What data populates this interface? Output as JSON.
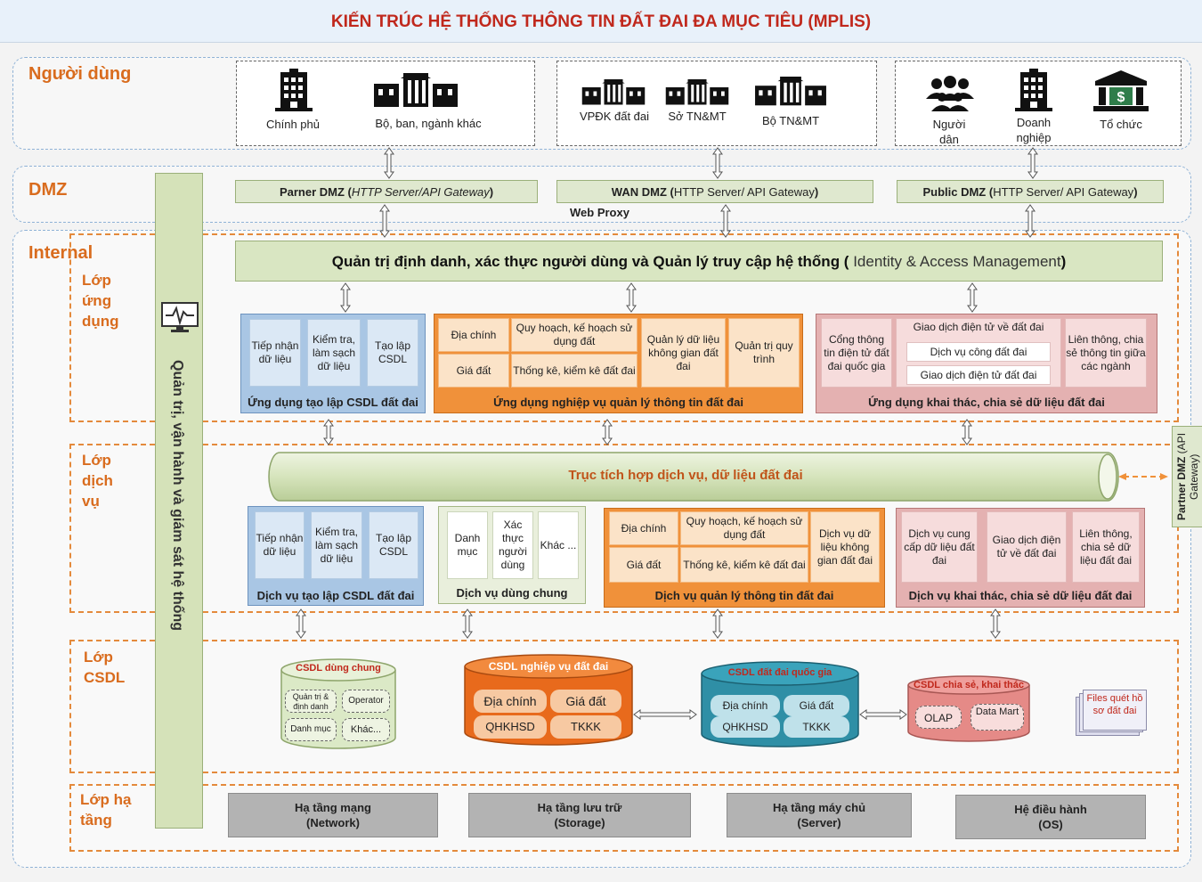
{
  "title": "KIẾN TRÚC HỆ THỐNG THÔNG TIN ĐẤT ĐAI ĐA MỤC TIÊU (MPLIS)",
  "zones": {
    "users": "Người dùng",
    "dmz": "DMZ",
    "internal": "Internal"
  },
  "users": {
    "gov": [
      "Chính phủ",
      "Bộ, ban, ngành khác"
    ],
    "mnre": [
      "VPĐK đất đai",
      "Sở TN&MT",
      "Bộ TN&MT"
    ],
    "public": [
      "Người dân",
      "Doanh nghiệp",
      "Tổ chức"
    ]
  },
  "dmz": {
    "partner_bold": "Parner DMZ",
    "partner_rest": "HTTP Server/API Gateway",
    "wan_bold": "WAN DMZ",
    "wan_rest": "HTTP Server/ API Gateway",
    "public_bold": "Public DMZ",
    "public_rest": "HTTP Server/ API Gateway",
    "web_proxy": "Web Proxy"
  },
  "side_bar": "Quản trị, vận hành và giám sát hệ thống",
  "iam": {
    "bold": "Quản trị định danh, xác thực người dùng và Quản lý truy cập hệ thống (",
    "light": " Identity & Access Management",
    "close": ")"
  },
  "layers": {
    "app": "Lớp ứng dụng",
    "service": "Lớp dịch vụ",
    "db": "Lớp CSDL",
    "infra": "Lớp hạ tầng"
  },
  "app_layer": {
    "create": {
      "cells": [
        "Tiếp nhận dữ liệu",
        "Kiểm tra, làm sạch dữ liệu",
        "Tạo lập CSDL"
      ],
      "title": "Ứng dụng tạo lập CSDL đất đai"
    },
    "manage": {
      "cells": [
        "Địa chính",
        "Quy hoạch, kế hoạch sử dụng đất",
        "Giá đất",
        "Thống kê, kiểm kê đất đai",
        "Quản lý dữ liệu không gian đất đai",
        "Quản trị quy trình"
      ],
      "title": "Ứng dụng nghiệp vụ quản lý thông tin đất đai"
    },
    "share": {
      "cells": [
        "Cổng thông tin điện tử đất đai quốc gia",
        "Giao dịch điện tử về đất đai",
        "Dịch vụ công đất đai",
        "Giao dịch điện tử đất đai",
        "Liên thông, chia sẻ thông tin giữa các ngành"
      ],
      "title": "Ứng dụng khai thác, chia sẻ dữ liệu đất đai"
    }
  },
  "bus": {
    "label": "Trục tích hợp dịch vụ, dữ liệu đất đai",
    "partner_bold": "Partner DMZ",
    "partner_rest": "(API Gateway)"
  },
  "service_layer": {
    "create": {
      "cells": [
        "Tiếp nhận dữ liệu",
        "Kiểm tra, làm sạch dữ liệu",
        "Tạo lập CSDL"
      ],
      "title": "Dịch vụ tạo lập CSDL đất đai"
    },
    "common": {
      "cells": [
        "Danh mục",
        "Xác thực người dùng",
        "Khác ..."
      ],
      "title": "Dịch vụ dùng chung"
    },
    "manage": {
      "cells": [
        "Địa chính",
        "Quy hoạch, kế hoạch sử dụng đất",
        "Giá đất",
        "Thống kê, kiểm kê đất đai",
        "Dịch vụ dữ liệu không gian đất đai"
      ],
      "title": "Dịch vụ quản lý thông tin đất đai"
    },
    "share": {
      "cells": [
        "Dịch vụ cung cấp dữ liệu đất đai",
        "Giao dịch điện tử về đất đai",
        "Liên thông, chia sẻ dữ liệu đất đai"
      ],
      "title": "Dịch vụ khai thác, chia sẻ dữ liệu đất đai"
    }
  },
  "db_layer": {
    "common": {
      "title": "CSDL dùng chung",
      "items": [
        "Quản trị & định danh",
        "Operator",
        "Danh mục",
        "Khác..."
      ]
    },
    "business": {
      "title": "CSDL nghiệp vụ đất đai",
      "items": [
        "Địa chính",
        "Giá đất",
        "QHKHSD",
        "TKKK"
      ]
    },
    "national": {
      "title": "CSDL đất đai quốc gia",
      "items": [
        "Địa chính",
        "Giá đất",
        "QHKHSD",
        "TKKK"
      ]
    },
    "share": {
      "title": "CSDL chia sẻ, khai thác",
      "items": [
        "OLAP",
        "Data Mart"
      ]
    },
    "files": "Files quét hồ sơ đất đai"
  },
  "infra_layer": [
    [
      "Hạ tầng mạng",
      "(Network)"
    ],
    [
      "Hạ tầng lưu trữ",
      "(Storage)"
    ],
    [
      "Hạ tầng máy chủ",
      "(Server)"
    ],
    [
      "Hệ điều hành",
      "(OS)"
    ]
  ],
  "colors": {
    "title_text": "#c0281c",
    "label_orange": "#d96c1e",
    "blue": "#a9c6e4",
    "orange": "#f0913a",
    "pink": "#e4b1b1",
    "green": "#d9e6c2",
    "cyan_db": "#2f8fa6",
    "orange_db": "#e86a1c",
    "pink_db": "#e58a87",
    "common_db": "#dbe9c6"
  }
}
